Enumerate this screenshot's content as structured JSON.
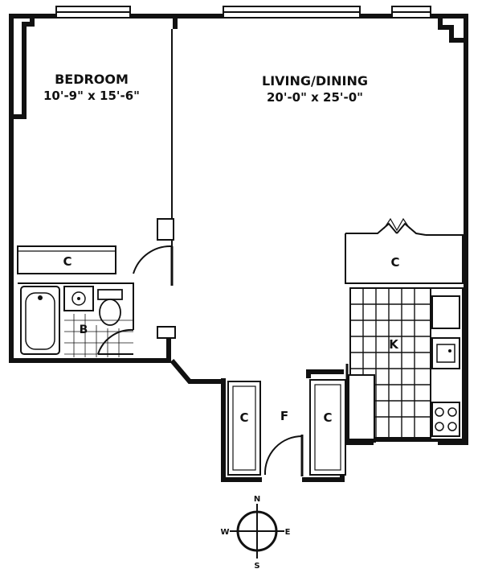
{
  "rooms": {
    "bedroom": {
      "name": "BEDROOM",
      "dims": "10'-9\" x 15'-6\""
    },
    "living": {
      "name": "LIVING/DINING",
      "dims": "20'-0\" x 25'-0\""
    },
    "bath": "B",
    "kitchen": "K",
    "foyer": "F"
  },
  "closets": {
    "bedroom": "C",
    "living": "C",
    "foyer_left": "C",
    "foyer_right": "C"
  },
  "compass": {
    "n": "N",
    "s": "S",
    "e": "E",
    "w": "W"
  }
}
